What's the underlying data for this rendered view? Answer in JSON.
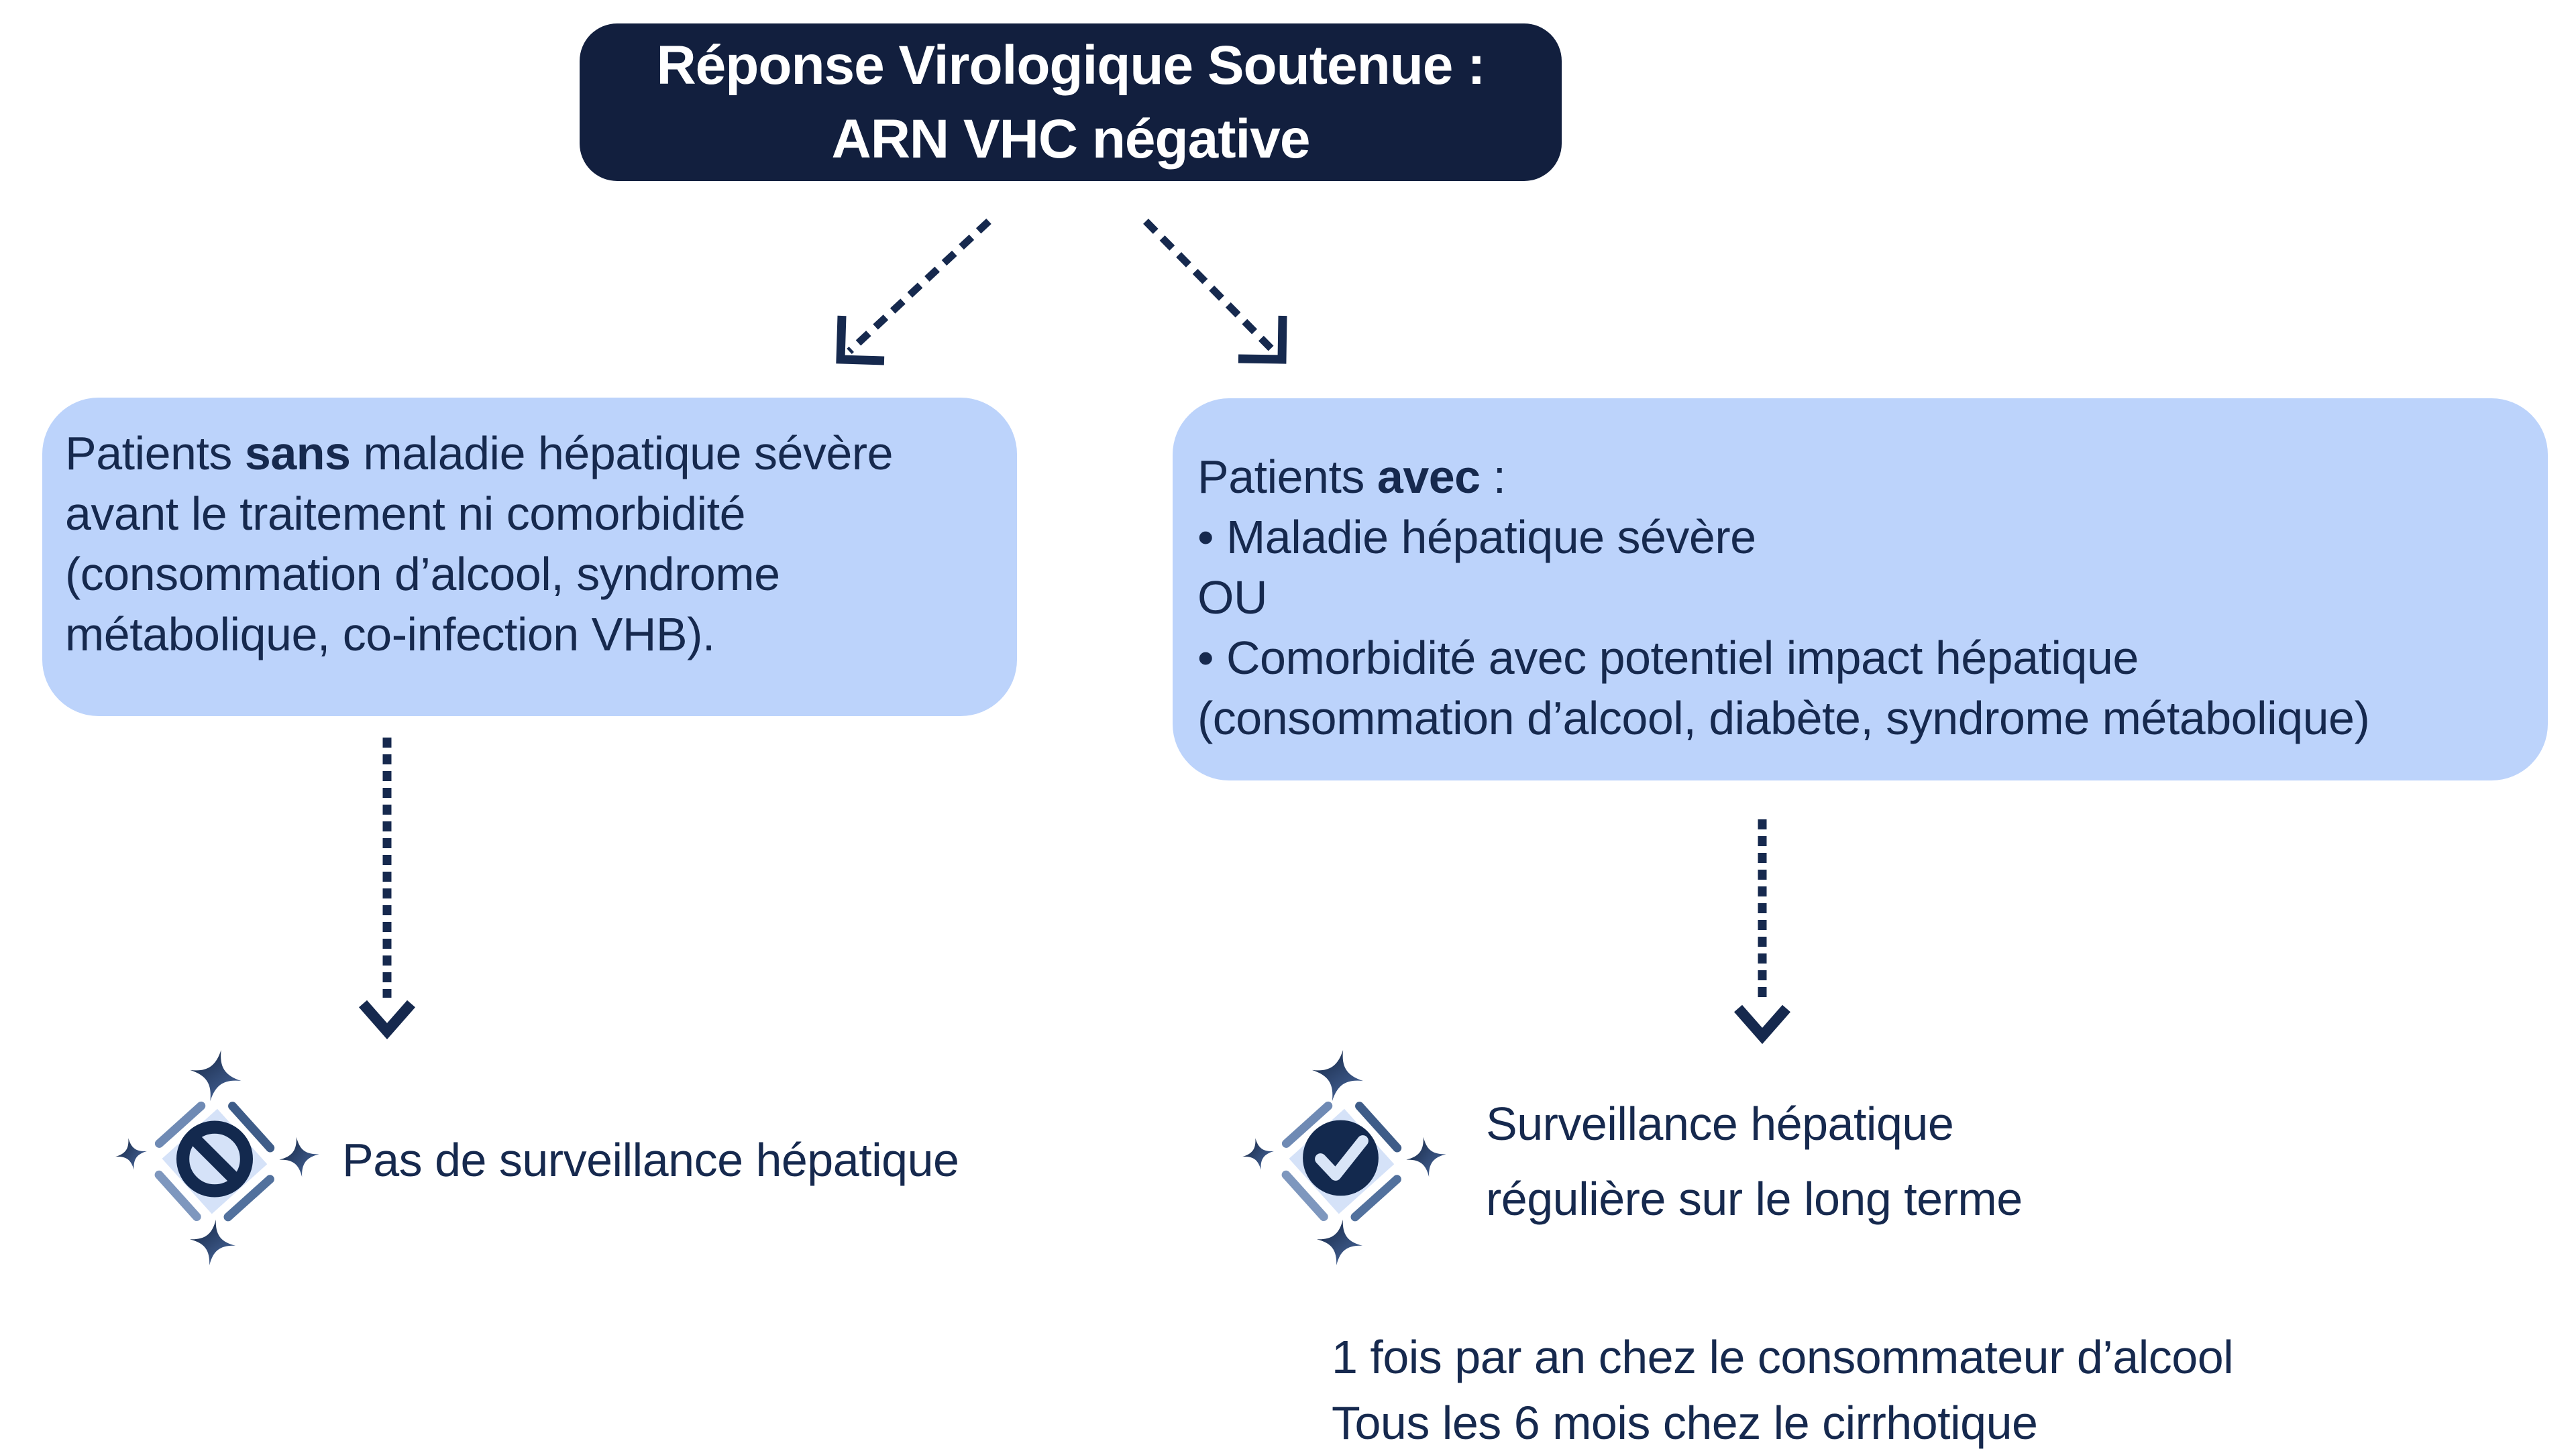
{
  "title": {
    "line1": "Réponse Virologique Soutenue :",
    "line2": "ARN VHC négative"
  },
  "left_box": {
    "intro_prefix": "Patients ",
    "intro_bold": "sans",
    "intro_suffix": " maladie hépatique sévère",
    "line2": "avant le traitement ni comorbidité",
    "line3": "(consommation d’alcool, syndrome",
    "line4": "métabolique, co-infection VHB)."
  },
  "right_box": {
    "intro_prefix": "Patients ",
    "intro_bold": "avec",
    "intro_suffix": " :",
    "line2": "• Maladie hépatique sévère",
    "line3": "OU",
    "line4": "• Comorbidité avec potentiel impact hépatique",
    "line5": "(consommation d’alcool, diabète, syndrome métabolique)"
  },
  "left_outcome": {
    "icon": "no-entry-sparkle-icon",
    "label": "Pas de surveillance hépatique"
  },
  "right_outcome": {
    "icon": "check-sparkle-icon",
    "label_line1": "Surveillance hépatique",
    "label_line2": "régulière sur le long terme"
  },
  "footnote": {
    "line1": "1 fois par an chez le consommateur d’alcool",
    "line2": "Tous les 6 mois chez le cirrhotique"
  },
  "colors": {
    "title_bg": "#121F3E",
    "title_text": "#FFFFFF",
    "box_bg": "#BCD3FB",
    "text_navy": "#16294E",
    "arrow_navy": "#16294E",
    "icon_card": "#D5E2F8",
    "icon_symbol": "#13294E",
    "check_stroke": "#D9E5F7",
    "sparkle_dark": "#13233F",
    "sparkle_light": "#4C6CA3"
  }
}
